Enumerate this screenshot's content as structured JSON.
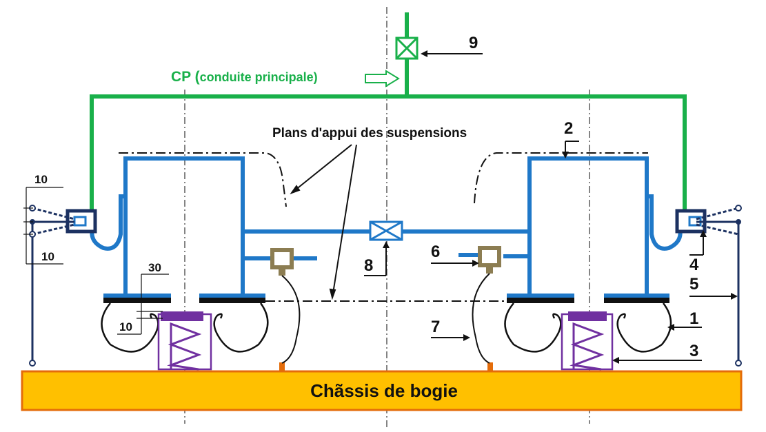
{
  "labels": {
    "cp_prefix": "CP (",
    "cp_text": "conduite principale)",
    "plans": "Plans d'appui des suspensions",
    "chassis": "Chãssis de bogie",
    "n1": "1",
    "n2": "2",
    "n3": "3",
    "n4": "4",
    "n5": "5",
    "n6": "6",
    "n7": "7",
    "n8": "8",
    "n9": "9",
    "dim_10_top": "10",
    "dim_10_bottom": "10",
    "dim_30": "30",
    "dim_10_small": "10"
  },
  "colors": {
    "green": "#19b04a",
    "blue": "#1f78c8",
    "navy": "#1c3161",
    "olive": "#8c7d52",
    "purple": "#7030a0",
    "orange_fill": "#ffc000",
    "orange_stroke": "#e46c0a"
  }
}
